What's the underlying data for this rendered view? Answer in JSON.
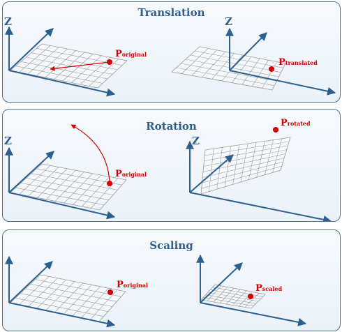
{
  "panels": [
    {
      "title": "Translation",
      "scenes": [
        {
          "axis_label": "Z",
          "point_main": "P",
          "point_sub": "original"
        },
        {
          "axis_label": "Z",
          "point_main": "P",
          "point_sub": "translated"
        }
      ]
    },
    {
      "title": "Rotation",
      "scenes": [
        {
          "axis_label": "Z",
          "point_main": "P",
          "point_sub": "original"
        },
        {
          "axis_label": "Z",
          "point_main": "P",
          "point_sub": "rotated"
        }
      ]
    },
    {
      "title": "Scaling",
      "scenes": [
        {
          "axis_label": "",
          "point_main": "P",
          "point_sub": "original"
        },
        {
          "axis_label": "",
          "point_main": "P",
          "point_sub": "scaled"
        }
      ]
    }
  ],
  "colors": {
    "axis": "#2c5f8e",
    "point": "#d40000",
    "grid": "#9a9a9a",
    "panel_border": "#4a6f94"
  }
}
